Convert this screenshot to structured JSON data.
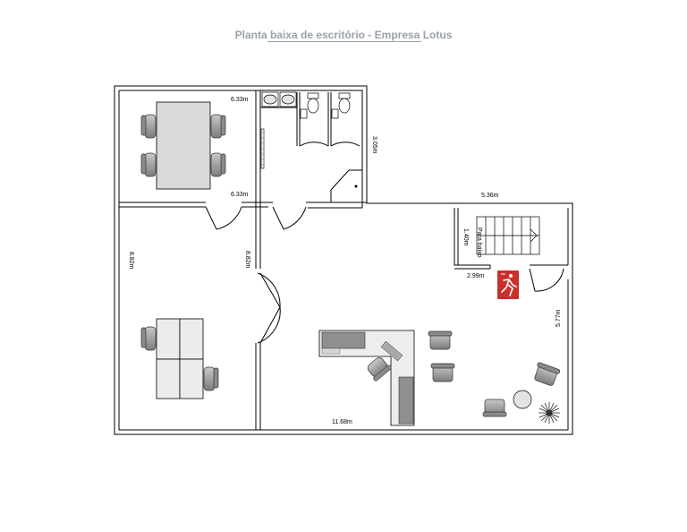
{
  "title": "Planta baixa de escritório - Empresa Lotus",
  "dimensions": {
    "top_left_width": "6.33m",
    "top_left_bottom": "6.33m",
    "bathroom_height": "3.05m",
    "right_wing_width": "5.36m",
    "left_room_height": "8.82m",
    "corridor_height": "8.82m",
    "stairs_width": "1.40m",
    "exit_area_width": "2.99m",
    "right_wall_height": "5.77m",
    "bottom_width": "11.68m"
  },
  "stairs_label": "Para baixo",
  "colors": {
    "wall": "#000000",
    "furniture_fill": "#d9d9d9",
    "chair_fill": "#9a9a9a",
    "exit_sign": "#c9302c",
    "title": "#9aa0aa"
  }
}
